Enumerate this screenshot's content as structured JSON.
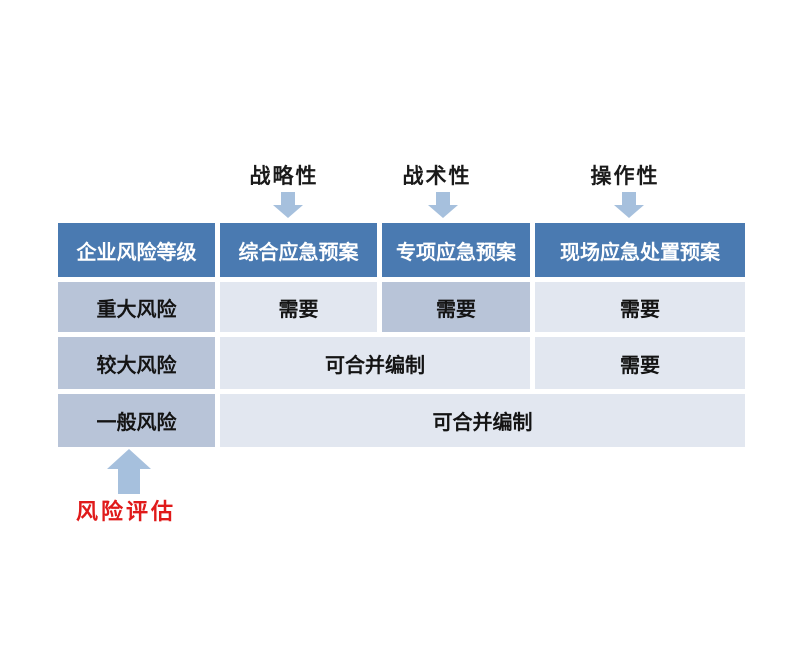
{
  "annotations": {
    "top_labels": [
      {
        "text": "战略性"
      },
      {
        "text": "战术性"
      },
      {
        "text": "操作性"
      }
    ],
    "bottom_label": {
      "text": "风险评估"
    }
  },
  "table": {
    "header": [
      "企业风险等级",
      "综合应急预案",
      "专项应急预案",
      "现场应急处置预案"
    ],
    "rows": [
      {
        "level": "重大风险",
        "cells": [
          "需要",
          "需要",
          "需要"
        ]
      },
      {
        "level": "较大风险",
        "cells": [
          "可合并编制",
          "需要"
        ]
      },
      {
        "level": "一般风险",
        "cells": [
          "可合并编制"
        ]
      }
    ]
  },
  "icons": {
    "down_arrow": "down-arrow-icon",
    "up_arrow": "up-arrow-icon"
  },
  "colors": {
    "header_bg": "#4a7ab1",
    "header_text": "#ffffff",
    "risk_level_cell_bg": "#b8c4d8",
    "data_cell_bg": "#e2e7f0",
    "highlight_cell_bg": "#b8c4d8",
    "arrow_fill": "#a6c0dd",
    "annotation_text": "#1a1a1a",
    "risk_assessment_text": "#e01a1a",
    "page_bg": "#ffffff"
  }
}
